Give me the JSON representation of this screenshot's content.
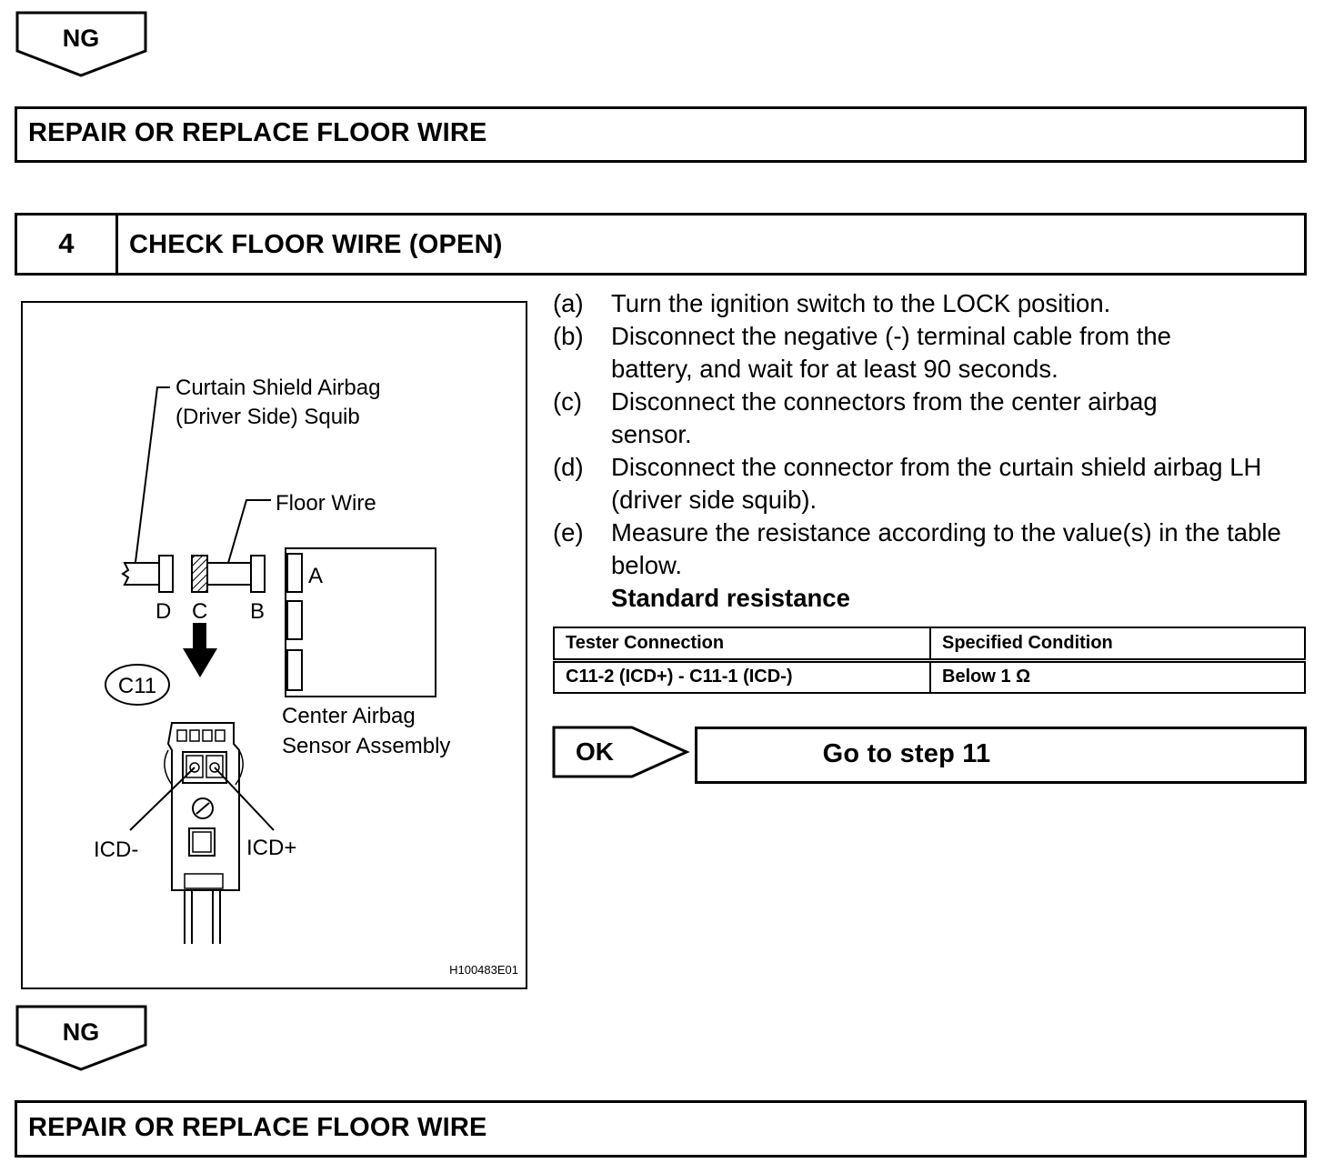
{
  "top_ng_badge": "NG",
  "top_repair_box": "REPAIR OR REPLACE FLOOR WIRE",
  "step_header": {
    "number": "4",
    "title": "CHECK FLOOR WIRE (OPEN)"
  },
  "instructions": [
    {
      "label": "(a)",
      "text": "Turn the ignition switch to the LOCK position."
    },
    {
      "label": "(b)",
      "text": "Disconnect the negative (-) terminal cable from the battery, and wait for at least 90 seconds."
    },
    {
      "label": "(c)",
      "text": "Disconnect the connectors from the center airbag sensor."
    },
    {
      "label": "(d)",
      "text": "Disconnect the connector from the curtain shield airbag LH (driver side squib)."
    },
    {
      "label": "(e)",
      "text": "Measure the resistance according to the value(s) in the table below."
    }
  ],
  "standard_resistance_label": "Standard resistance",
  "resistance_table": {
    "headers": [
      "Tester Connection",
      "Specified Condition"
    ],
    "rows": [
      [
        "C11-2 (ICD+) - C11-1 (ICD-)",
        "Below 1 Ω"
      ]
    ]
  },
  "ok_badge": "OK",
  "ok_action": "Go to step 11",
  "figure": {
    "squib_label_line1": "Curtain Shield Airbag",
    "squib_label_line2": "(Driver Side) Squib",
    "floor_wire_label": "Floor Wire",
    "connector_a": "A",
    "connector_b": "B",
    "connector_c": "C",
    "connector_d": "D",
    "connector_id": "C11",
    "sensor_label_line1": "Center Airbag",
    "sensor_label_line2": "Sensor Assembly",
    "icd_minus": "ICD-",
    "icd_plus": "ICD+",
    "figure_code": "H100483E01"
  },
  "bottom_ng_badge": "NG",
  "bottom_repair_box": "REPAIR OR REPLACE FLOOR WIRE"
}
